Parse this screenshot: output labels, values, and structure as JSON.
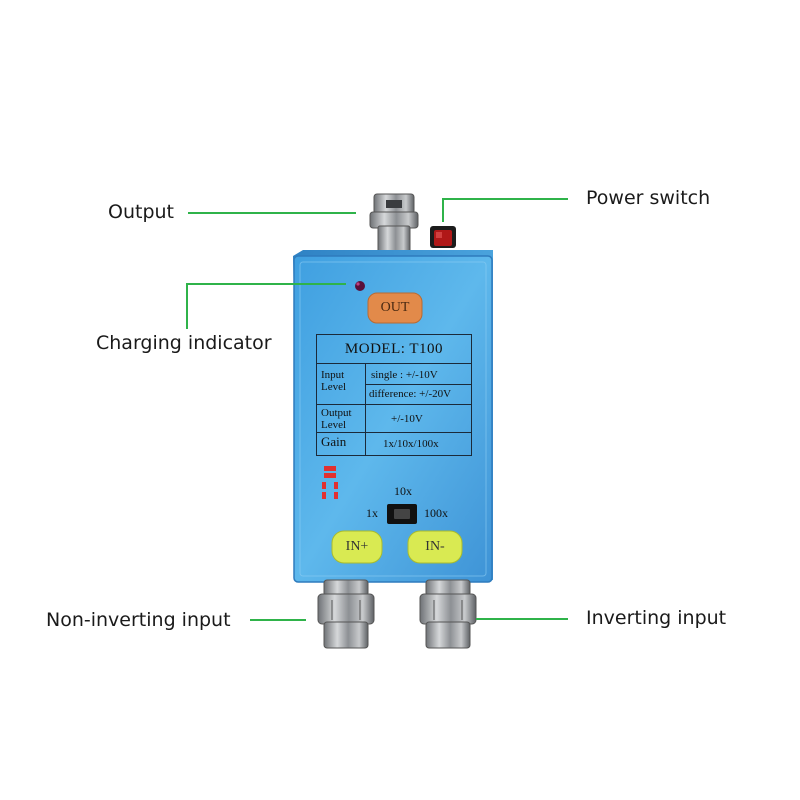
{
  "callouts": {
    "output": "Output",
    "power_switch": "Power switch",
    "charging_indicator": "Charging indicator",
    "non_inverting_input": "Non-inverting input",
    "inverting_input": "Inverting input"
  },
  "panel": {
    "out_label": "OUT",
    "in_plus_label": "IN+",
    "in_minus_label": "IN-",
    "switch": {
      "left": "1x",
      "top": "10x",
      "right": "100x"
    }
  },
  "spec_table": {
    "title": "MODEL: T100",
    "rows": [
      {
        "label": "Input Level",
        "values": [
          "single : +/-10V",
          "difference: +/-20V"
        ]
      },
      {
        "label": "Output Level",
        "values": [
          "+/-10V"
        ]
      },
      {
        "label": "Gain",
        "values": [
          "1x/10x/100x"
        ]
      }
    ]
  },
  "colors": {
    "panel_blue": "#5ab0e4",
    "callout_line": "#2fb34a",
    "out_button": "#e28a4a",
    "in_button": "#d9ea52",
    "power_switch": "#b01818",
    "indicator_led": "#5a0f3a"
  }
}
